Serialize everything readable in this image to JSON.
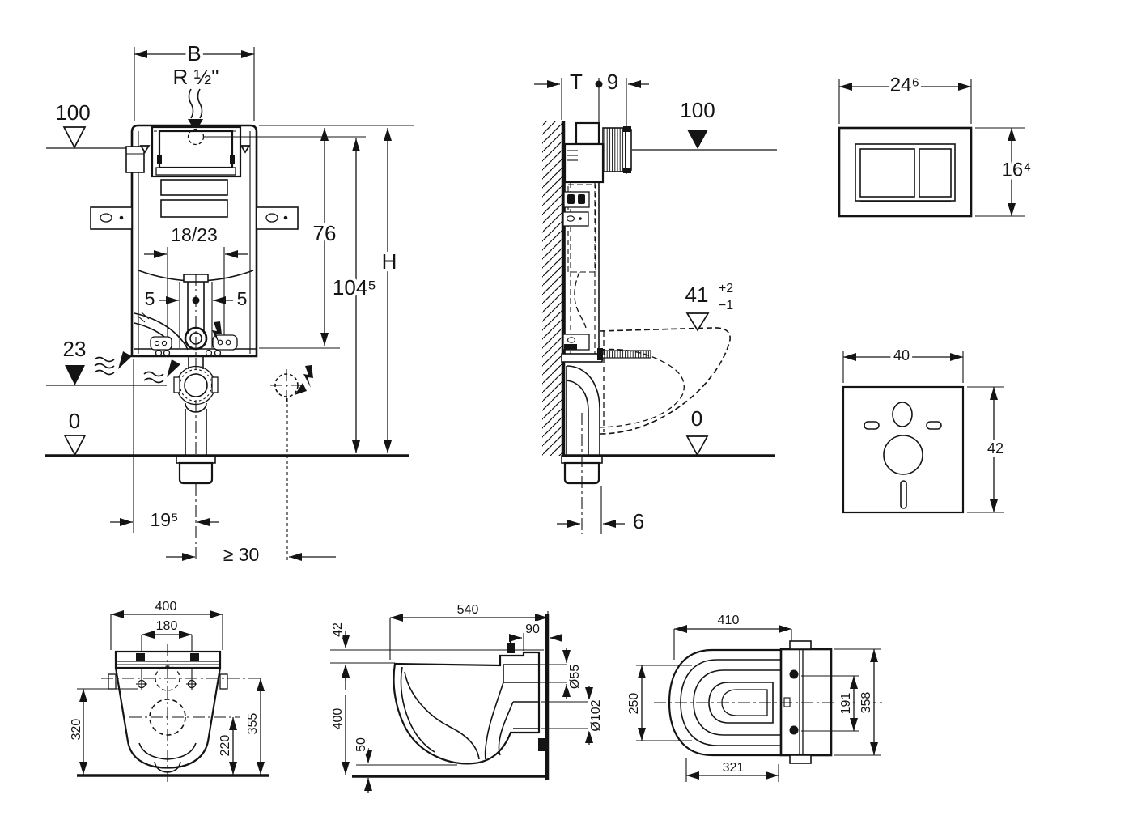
{
  "meta": {
    "background": "#ffffff",
    "line_color": "#141414",
    "drawing_type": "installation-dimension-drawing"
  },
  "front_view": {
    "width_label": "B",
    "supply_thread": "R ½\"",
    "level_top": "100",
    "bolt_spacing": "18/23",
    "offset_left": "5",
    "offset_right": "5",
    "height_76": "76",
    "height_1045": "104⁵",
    "height_total": "H",
    "level_water": "23",
    "level_floor": "0",
    "offset_195": "19⁵",
    "offset_min30": "≥ 30"
  },
  "side_view": {
    "depth_label": "T",
    "offset_9": "9",
    "level_top": "100",
    "bowl_height": "41",
    "tol_plus": "+2",
    "tol_minus": "−1",
    "level_floor": "0",
    "offset_6": "6"
  },
  "flush_plate": {
    "width": "24⁶",
    "height": "16⁴"
  },
  "sound_mat": {
    "width": "40",
    "height": "42"
  },
  "wc_rear": {
    "width": "400",
    "bolt_spacing": "180",
    "height_left": "320",
    "height_outlet": "220",
    "height_inlet": "355"
  },
  "wc_side": {
    "depth": "540",
    "rim_offset": "42",
    "offset_90": "90",
    "inlet_dia": "Ø55",
    "outlet_dia": "Ø102",
    "height": "400",
    "clearance": "50"
  },
  "wc_top": {
    "depth": "410",
    "bowl_width": "250",
    "bolt_spacing": "191",
    "width": "358",
    "depth_inner": "321"
  }
}
